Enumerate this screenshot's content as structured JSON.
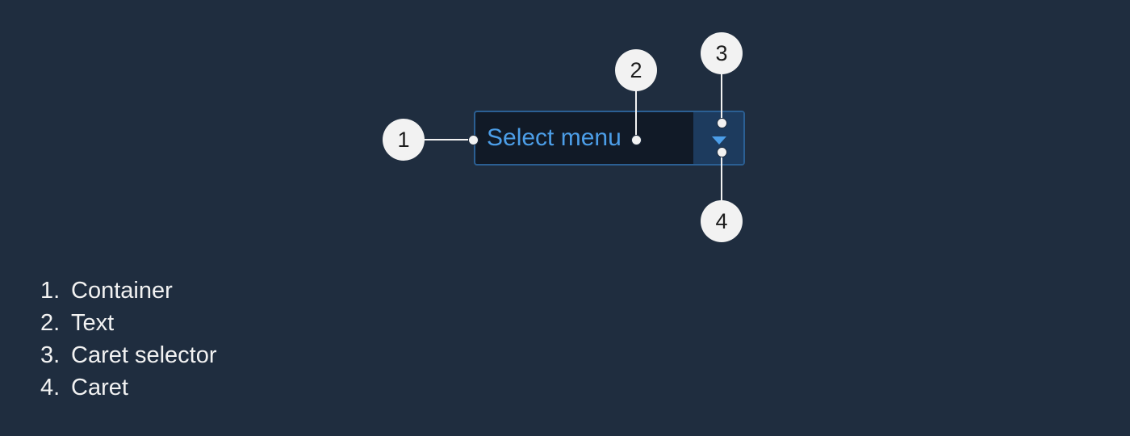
{
  "component": {
    "text": "Select menu",
    "text_color": "#4c9ee8",
    "container_background": "#111a27",
    "border_color": "#2b5f93",
    "caret_selector_background": "#1d3b5e",
    "caret_icon": "caret-down-icon"
  },
  "callouts": [
    {
      "number": "1"
    },
    {
      "number": "2"
    },
    {
      "number": "3"
    },
    {
      "number": "4"
    }
  ],
  "legend": [
    {
      "number": "1.",
      "label": "Container"
    },
    {
      "number": "2.",
      "label": "Text"
    },
    {
      "number": "3.",
      "label": "Caret selector"
    },
    {
      "number": "4.",
      "label": "Caret"
    }
  ],
  "colors": {
    "background": "#1f2d3f",
    "callout": "#f2f2f2"
  }
}
